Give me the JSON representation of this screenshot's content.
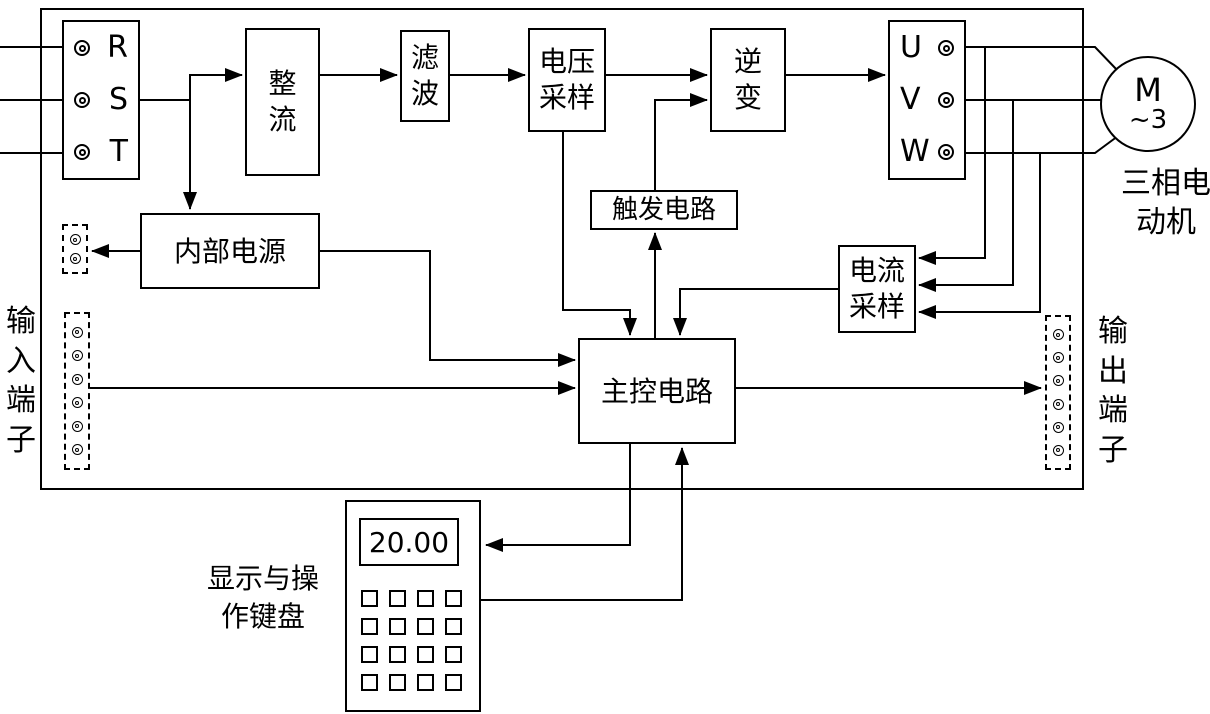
{
  "blocks": {
    "rectifier": "整流",
    "filter": "滤波",
    "voltage_sampling": "电压采样",
    "inverter": "逆变",
    "trigger_circuit": "触发电路",
    "internal_power": "内部电源",
    "current_sampling": "电流采样",
    "main_control": "主控电路"
  },
  "input_terminal": {
    "phases": [
      "R",
      "S",
      "T"
    ],
    "side_label": "输入端子"
  },
  "output_terminal": {
    "phases": [
      "U",
      "V",
      "W"
    ],
    "side_label": "输出端子"
  },
  "motor": {
    "symbol": "M",
    "phase_text": "~3",
    "caption": "三相电动机"
  },
  "keypad": {
    "caption": "显示与操作键盘",
    "display_value": "20.00"
  },
  "style": {
    "line_color": "#000000",
    "background_color": "#ffffff"
  }
}
